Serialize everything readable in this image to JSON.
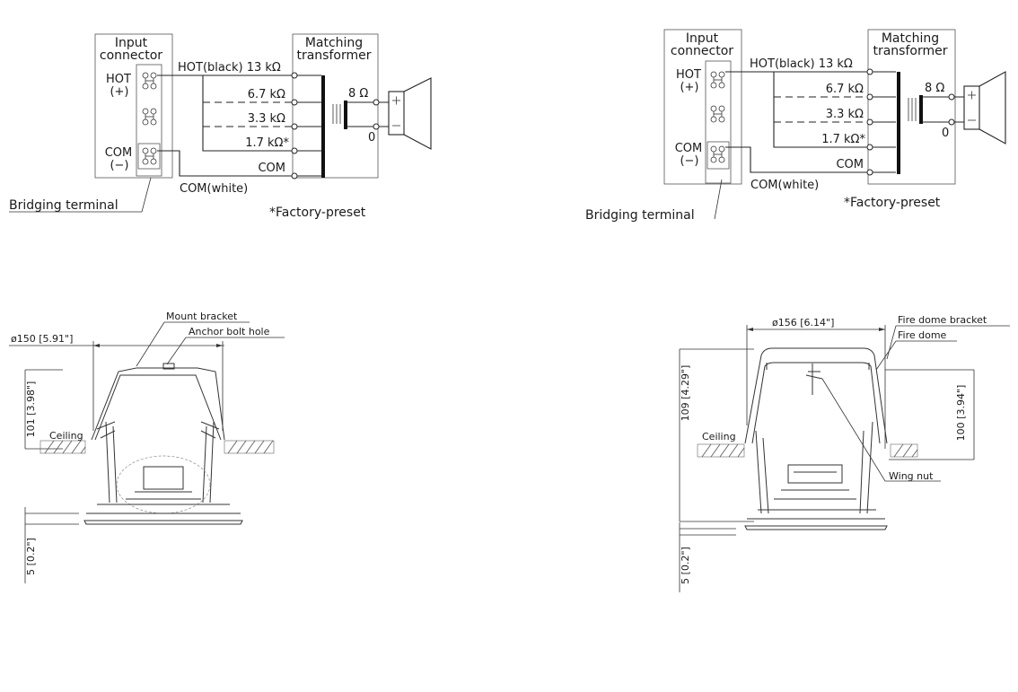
{
  "wiring_left": {
    "input_connector": [
      "Input",
      "connector"
    ],
    "matching_transformer": [
      "Matching",
      "transformer"
    ],
    "hot": [
      "HOT",
      "(+)"
    ],
    "com": [
      "COM",
      "(−)"
    ],
    "hot_wire": "HOT(black) 13 kΩ",
    "taps": [
      "6.7 kΩ",
      "3.3 kΩ",
      "1.7 kΩ*"
    ],
    "com_tap": "COM",
    "com_wire": "COM(white)",
    "output_ohm": "8 Ω",
    "output_zero": "0",
    "bridging": "Bridging terminal",
    "footnote": "*Factory-preset"
  },
  "wiring_right": {
    "input_connector": [
      "Input",
      "connector"
    ],
    "matching_transformer": [
      "Matching",
      "transformer"
    ],
    "hot": [
      "HOT",
      "(+)"
    ],
    "com": [
      "COM",
      "(−)"
    ],
    "hot_wire": "HOT(black) 13 kΩ",
    "taps": [
      "6.7 kΩ",
      "3.3 kΩ",
      "1.7 kΩ*"
    ],
    "com_tap": "COM",
    "com_wire": "COM(white)",
    "output_ohm": "8 Ω",
    "output_zero": "0",
    "bridging": "Bridging terminal",
    "footnote": "*Factory-preset"
  },
  "drawing_left": {
    "mount_bracket": "Mount bracket",
    "anchor_bolt": "Anchor bolt hole",
    "diameter": "ø150 [5.91\"]",
    "height": "101 [3.98\"]",
    "ceiling": "Ceiling",
    "flange": "5 [0.2\"]"
  },
  "drawing_right": {
    "diameter": "ø156 [6.14\"]",
    "fire_dome_bracket": "Fire dome bracket",
    "fire_dome": "Fire dome",
    "height_total": "109 [4.29\"]",
    "height_inner": "100 [3.94\"]",
    "ceiling": "Ceiling",
    "wing_nut": "Wing nut",
    "flange": "5 [0.2\"]"
  }
}
